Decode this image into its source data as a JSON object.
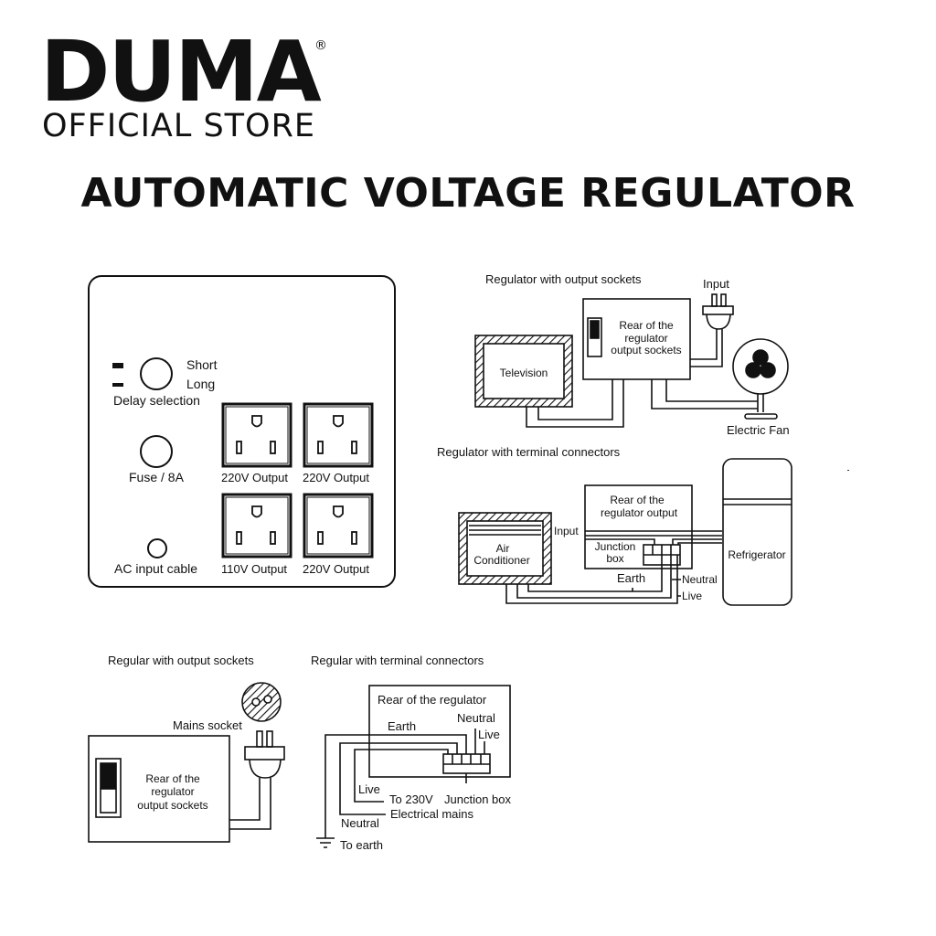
{
  "brand": {
    "name": "DUMA",
    "registered": "®",
    "subtitle": "OFFICIAL STORE"
  },
  "title": "AUTOMATIC VOLTAGE REGULATOR",
  "front_panel": {
    "delay": {
      "short": "Short",
      "long": "Long",
      "label": "Delay selection"
    },
    "fuse": "Fuse / 8A",
    "ac_input": "AC input cable",
    "outlets": [
      "220V Output",
      "220V Output",
      "110V Output",
      "220V Output"
    ]
  },
  "diagram_output_sockets": {
    "title": "Regulator with output sockets",
    "input": "Input",
    "rear_lines": [
      "Rear of the",
      "regulator",
      "output sockets"
    ],
    "television": "Television",
    "fan": "Electric Fan"
  },
  "diagram_terminal": {
    "title": "Regulator with terminal connectors",
    "rear_lines": [
      "Rear of the",
      "regulator output"
    ],
    "input": "Input",
    "junction_lines": [
      "Junction",
      "box"
    ],
    "ac_lines": [
      "Air",
      "Conditioner"
    ],
    "refrigerator": "Refrigerator",
    "earth": "Earth",
    "neutral": "Neutral",
    "live": "Live"
  },
  "diagram_mains": {
    "title": "Regular with output sockets",
    "mains_socket": "Mains socket",
    "rear_lines": [
      "Rear of the",
      "regulator",
      "output sockets"
    ]
  },
  "diagram_mains_terminal": {
    "title": "Regular with terminal connectors",
    "rear": "Rear of the regulator",
    "neutral_top": "Neutral",
    "live_top": "Live",
    "earth": "Earth",
    "live": "Live",
    "to_230v": "To 230V",
    "junction_box": "Junction box",
    "electrical_mains": "Electrical mains",
    "neutral": "Neutral",
    "to_earth": "To earth"
  }
}
